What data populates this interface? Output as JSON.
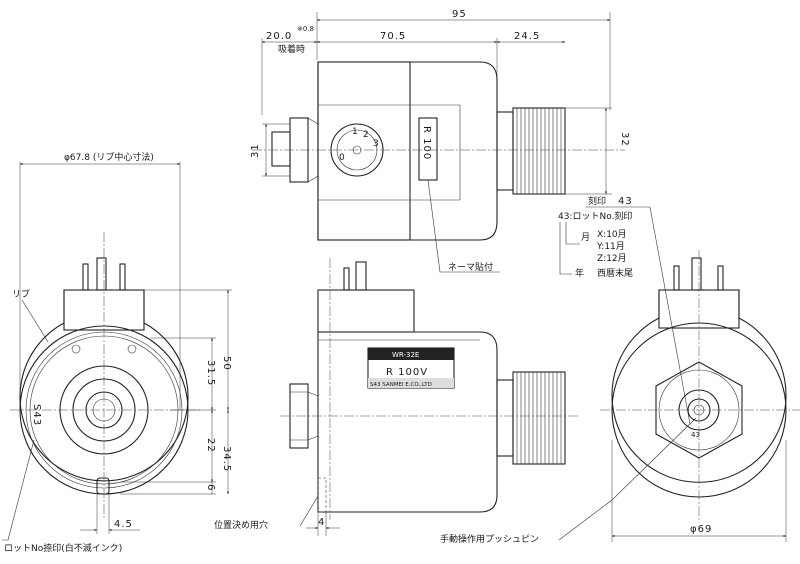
{
  "top_view": {
    "dim_total": "95",
    "dim_left": "20.0",
    "dim_left_note": "※0.8",
    "dim_left_caption": "吸着時",
    "dim_mid": "70.5",
    "dim_right": "24.5",
    "dim_height": "31",
    "dim_right_height": "32",
    "rating_label": "R 100",
    "dial_marks": [
      "2",
      "3",
      "0",
      "1"
    ],
    "nameplate_callout": "ネーマ貼付"
  },
  "lot_legend": {
    "engraving": "刻印",
    "engraving_value": "43",
    "code": "43:ロットNo.刻印",
    "month_caption": "月",
    "months": [
      "X:10月",
      "Y:11月",
      "Z:12月"
    ],
    "year_caption": "年",
    "year_note": "西暦末尾"
  },
  "front_view": {
    "dia_label": "φ67.8 (リブ中心寸法)",
    "rib": "リブ",
    "dim_50": "50",
    "dim_31_5": "31.5",
    "dim_22": "22",
    "dim_34_5": "34.5",
    "dim_6": "6",
    "dim_4_5": "4.5",
    "stamp": "S43",
    "lot_callout": "ロットNo捺印(白不滅インク)"
  },
  "side_view": {
    "plate_model": "WR-32E",
    "plate_rating": "R 100V",
    "plate_maker": "S43 SANMEI E.CO.,LTD",
    "hole_callout": "位置決め用穴",
    "dim_4": "4"
  },
  "right_view": {
    "dia": "φ69",
    "mark": "43",
    "pin_callout": "手動操作用プッシュピン"
  }
}
